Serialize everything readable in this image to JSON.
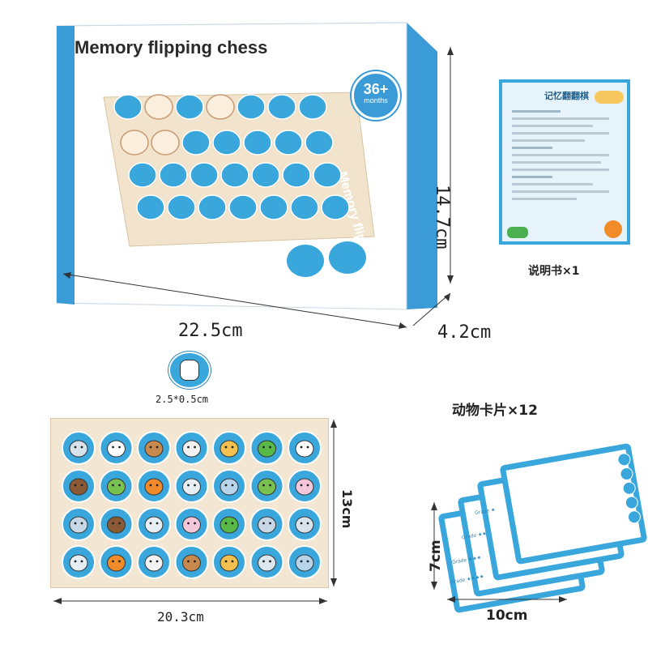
{
  "product": {
    "box_title": "Memory flipping chess",
    "box_side_title": "Memory flipping chess",
    "age_badge_value": "36+",
    "age_badge_unit": "months",
    "instruction_title": "记忆翻翻棋",
    "instruction_caption": "说明书×1",
    "animal_cards_caption": "动物卡片×12"
  },
  "dimensions": {
    "box_height": "14.7cm",
    "box_width": "22.5cm",
    "box_depth": "4.2cm",
    "piece_size": "2.5*0.5cm",
    "board_height": "13cm",
    "board_width": "20.3cm",
    "card_height": "7cm",
    "card_width": "10cm"
  },
  "card_labels": [
    "Grade ★",
    "Grade ★★",
    "Grade ★★★",
    "Grade ★★★★"
  ],
  "board_animals": [
    [
      "koala",
      "cow",
      "monkey",
      "zebra",
      "giraffe",
      "crocodile",
      "cow"
    ],
    [
      "bear",
      "frog",
      "tiger",
      "cat",
      "elephant",
      "frog",
      "rabbit"
    ],
    [
      "mouse",
      "bear",
      "cat",
      "rabbit",
      "crocodile",
      "mouse",
      "koala"
    ],
    [
      "cat",
      "tiger",
      "zebra",
      "monkey",
      "giraffe",
      "hippo",
      "elephant"
    ]
  ],
  "colors": {
    "box_blue": "#3b9bd6",
    "piece_blue": "#3aa7dc",
    "board_wood": "#f3e6d2",
    "card_border": "#3aa7dc",
    "text_dark": "#222222"
  }
}
